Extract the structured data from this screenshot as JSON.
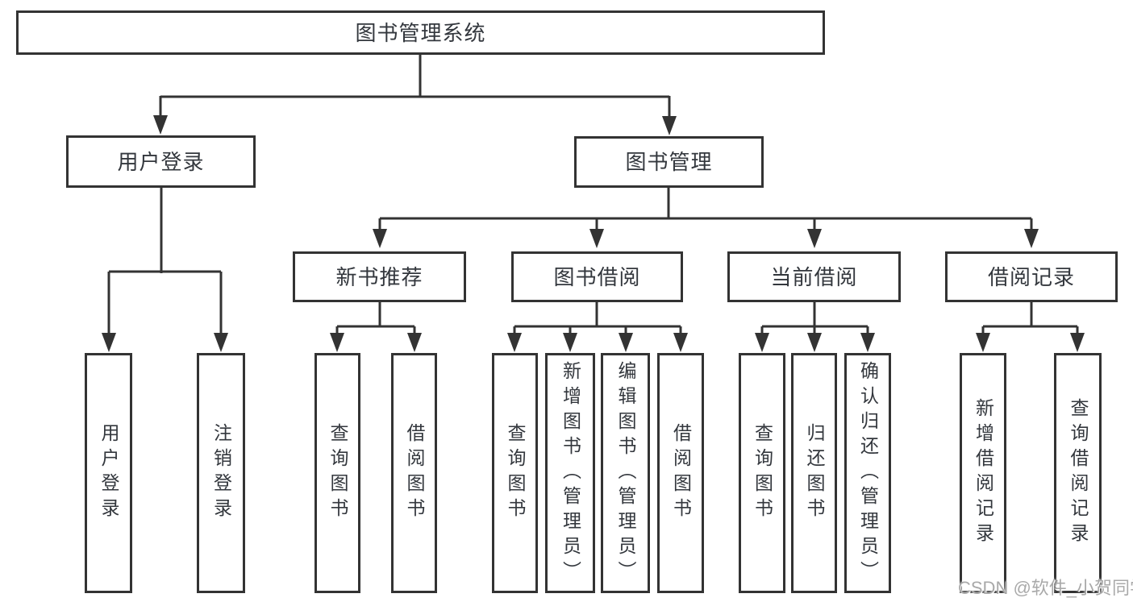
{
  "watermark": {
    "text": "CSDN @软件_小贺同学"
  },
  "colors": {
    "line": "#333333",
    "box_border": "#333333",
    "text": "#33373d",
    "watermark": "#a9a9a9",
    "background": "#ffffff"
  },
  "tree": {
    "root": {
      "label": "图书管理系统",
      "children": [
        {
          "label": "用户登录",
          "children": [
            {
              "label": "用户登录"
            },
            {
              "label": "注销登录"
            }
          ]
        },
        {
          "label": "图书管理",
          "children": [
            {
              "label": "新书推荐",
              "children": [
                {
                  "label": "查询图书"
                },
                {
                  "label": "借阅图书"
                }
              ]
            },
            {
              "label": "图书借阅",
              "children": [
                {
                  "label": "查询图书"
                },
                {
                  "label": "新增图书（管理员）"
                },
                {
                  "label": "编辑图书（管理员）"
                },
                {
                  "label": "借阅图书"
                }
              ]
            },
            {
              "label": "当前借阅",
              "children": [
                {
                  "label": "查询图书"
                },
                {
                  "label": "归还图书"
                },
                {
                  "label": "确认归还（管理员）"
                }
              ]
            },
            {
              "label": "借阅记录",
              "children": [
                {
                  "label": "新增借阅记录"
                },
                {
                  "label": "查询借阅记录"
                }
              ]
            }
          ]
        }
      ]
    }
  }
}
